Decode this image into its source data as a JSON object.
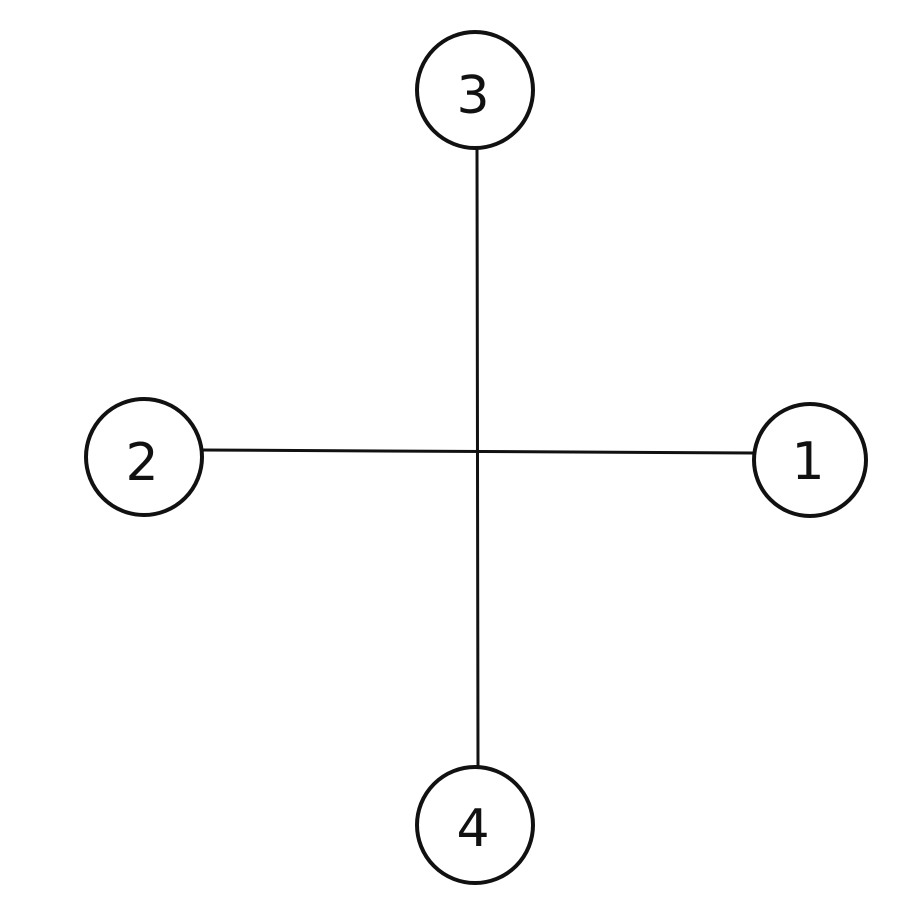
{
  "diagram": {
    "nodes": [
      {
        "id": "n1",
        "label": "1"
      },
      {
        "id": "n2",
        "label": "2"
      },
      {
        "id": "n3",
        "label": "3"
      },
      {
        "id": "n4",
        "label": "4"
      }
    ],
    "edges": [
      {
        "from": "n2",
        "to": "n1"
      },
      {
        "from": "n3",
        "to": "n4"
      }
    ],
    "colors": {
      "stroke": "#111111",
      "background": "#ffffff"
    }
  }
}
